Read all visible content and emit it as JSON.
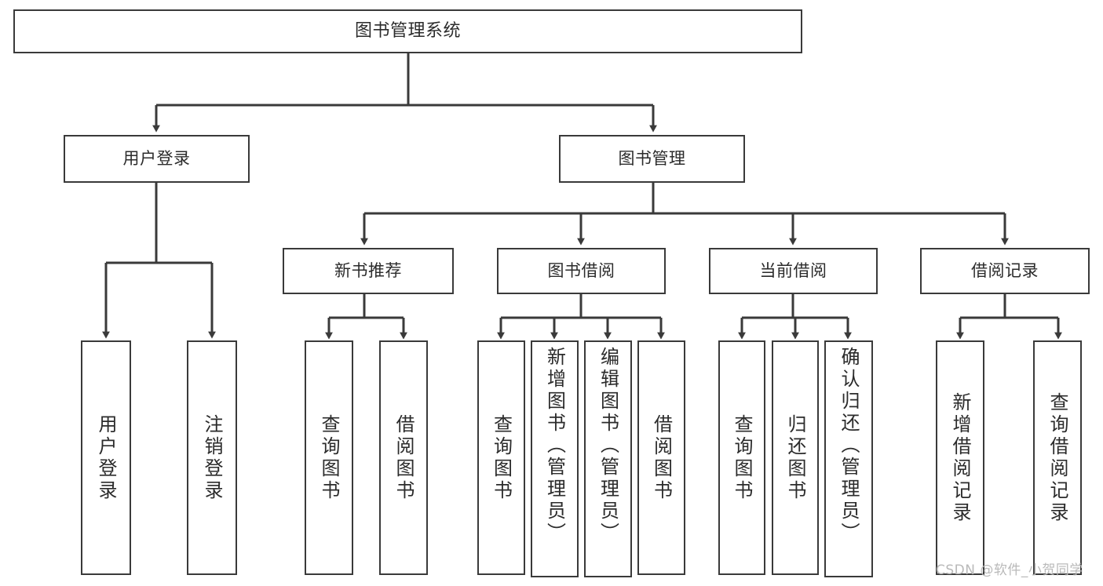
{
  "diagram": {
    "title": "图书管理系统",
    "type": "tree-hierarchy",
    "watermark": "CSDN @软件_小贺同学",
    "colors": {
      "background": "#ffffff",
      "box_border": "#3a3a3a",
      "box_fill": "#ffffff",
      "text": "#2b2b2b",
      "connector": "#3a3a3a",
      "watermark": "#b9b9b9"
    },
    "root": {
      "label": "图书管理系统"
    },
    "level2": [
      {
        "label": "用户登录"
      },
      {
        "label": "图书管理"
      }
    ],
    "level3": [
      {
        "label": "新书推荐"
      },
      {
        "label": "图书借阅"
      },
      {
        "label": "当前借阅"
      },
      {
        "label": "借阅记录"
      }
    ],
    "leaves": {
      "user_login": [
        {
          "label": "用户登录"
        },
        {
          "label": "注销登录"
        }
      ],
      "new_book_recommend": [
        {
          "label": "查询图书"
        },
        {
          "label": "借阅图书"
        }
      ],
      "book_borrow": [
        {
          "label": "查询图书"
        },
        {
          "label": "新增图书（管理员）"
        },
        {
          "label": "编辑图书（管理员）"
        },
        {
          "label": "借阅图书"
        }
      ],
      "current_borrow": [
        {
          "label": "查询图书"
        },
        {
          "label": "归还图书"
        },
        {
          "label": "确认归还（管理员）"
        }
      ],
      "borrow_record": [
        {
          "label": "新增借阅记录"
        },
        {
          "label": "查询借阅记录"
        }
      ]
    }
  }
}
